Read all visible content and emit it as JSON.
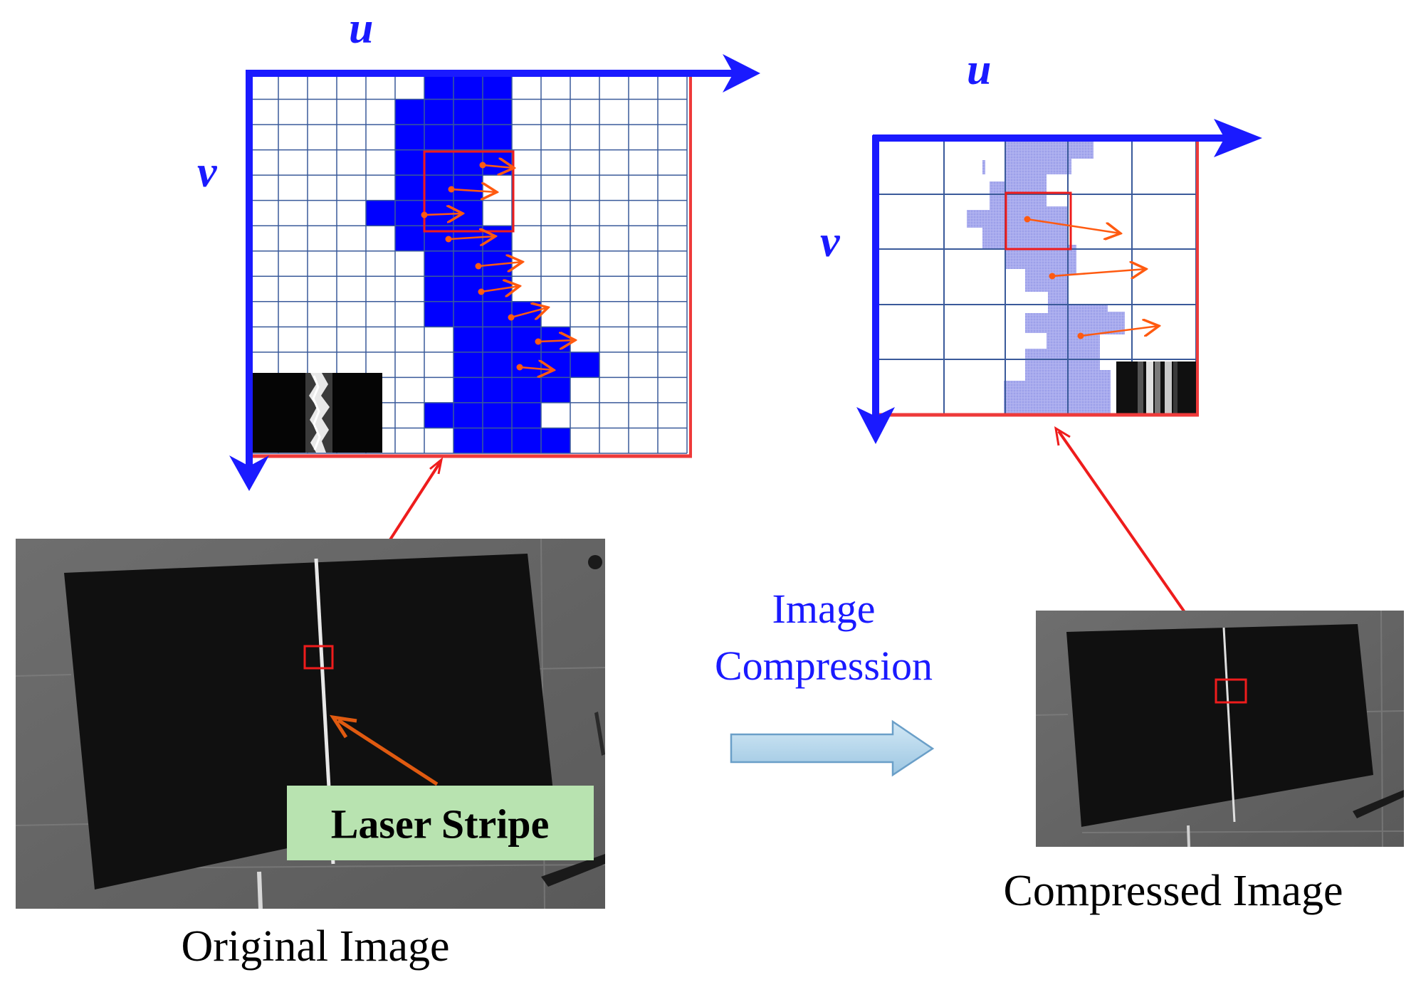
{
  "left_panel": {
    "u_label": "u",
    "v_label": "v",
    "stripe_rows": [
      [
        6,
        9
      ],
      [
        5,
        9
      ],
      [
        5,
        9
      ],
      [
        5,
        9
      ],
      [
        5,
        9
      ],
      [
        4,
        8
      ],
      [
        5,
        9
      ],
      [
        6,
        9
      ],
      [
        6,
        9
      ],
      [
        6,
        10
      ],
      [
        7,
        11
      ],
      [
        7,
        12
      ],
      [
        7,
        11
      ],
      [
        6,
        10
      ],
      [
        7,
        11
      ]
    ]
  },
  "right_panel": {
    "u_label": "u",
    "v_label": "v"
  },
  "original_caption": "Original Image",
  "compressed_caption": "Compressed Image",
  "laser_stripe_label": "Laser Stripe",
  "compression_label_line1": "Image",
  "compression_label_line2": "Compression",
  "colors": {
    "axis_blue": "#1a1aff",
    "stripe_blue": "#0000ff",
    "grid_line": "#3a5a9a",
    "red": "#ee1c1c",
    "orange": "#ff5a10",
    "label_box": "#b8e3b0",
    "blue_text": "#1a1aff",
    "arrow_fill": "#b8d8ec",
    "arrow_stroke": "#6a9fc8",
    "compressed_fill": "#a9acee"
  }
}
